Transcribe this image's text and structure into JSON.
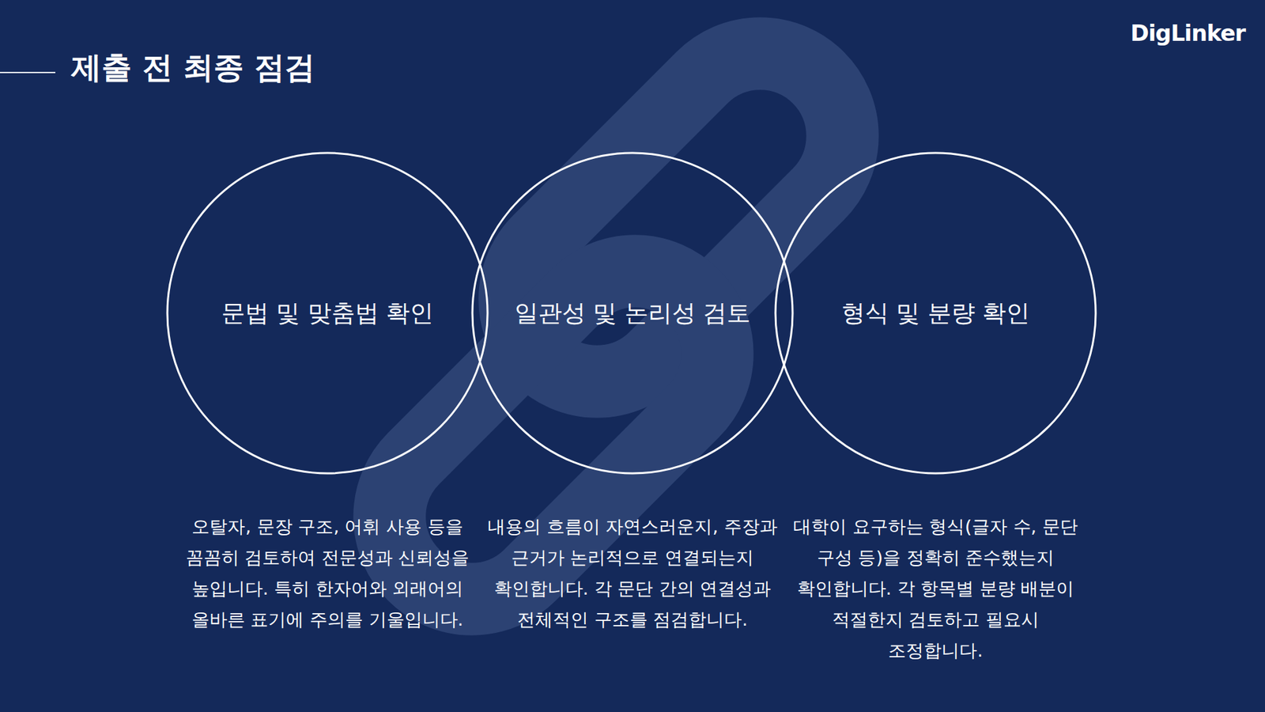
{
  "diagram": {
    "title": "제출 전 최종 점검",
    "nodes": [
      {
        "text": [
          "문법 및 맞춤법 확인",
          "오탈자, 문장 구조, 어휘 사용 등을 꼼꼼히 검토하여 전문성과 신뢰성을 높입니다. 특히 한자어와 외래어의 올바른 표기에 주의를 기울입니다."
        ]
      },
      {
        "text": [
          "일관성 및 논리성 검토",
          "내용의 흐름이 자연스러운지, 주장과 근거가 논리적으로 연결되는지 확인합니다. 각 문단 간의 연결성과 전체적인 구조를 점검합니다."
        ]
      },
      {
        "text": [
          "형식 및 분량 확인",
          "대학이 요구하는 형식(글자 수, 문단 구성 등)을 정확히 준수했는지 확인합니다. 각 항목별 분량 배분이 적절한지 검토하고 필요시 조정합니다."
        ]
      }
    ],
    "labels": [
      "DigLinker"
    ]
  }
}
